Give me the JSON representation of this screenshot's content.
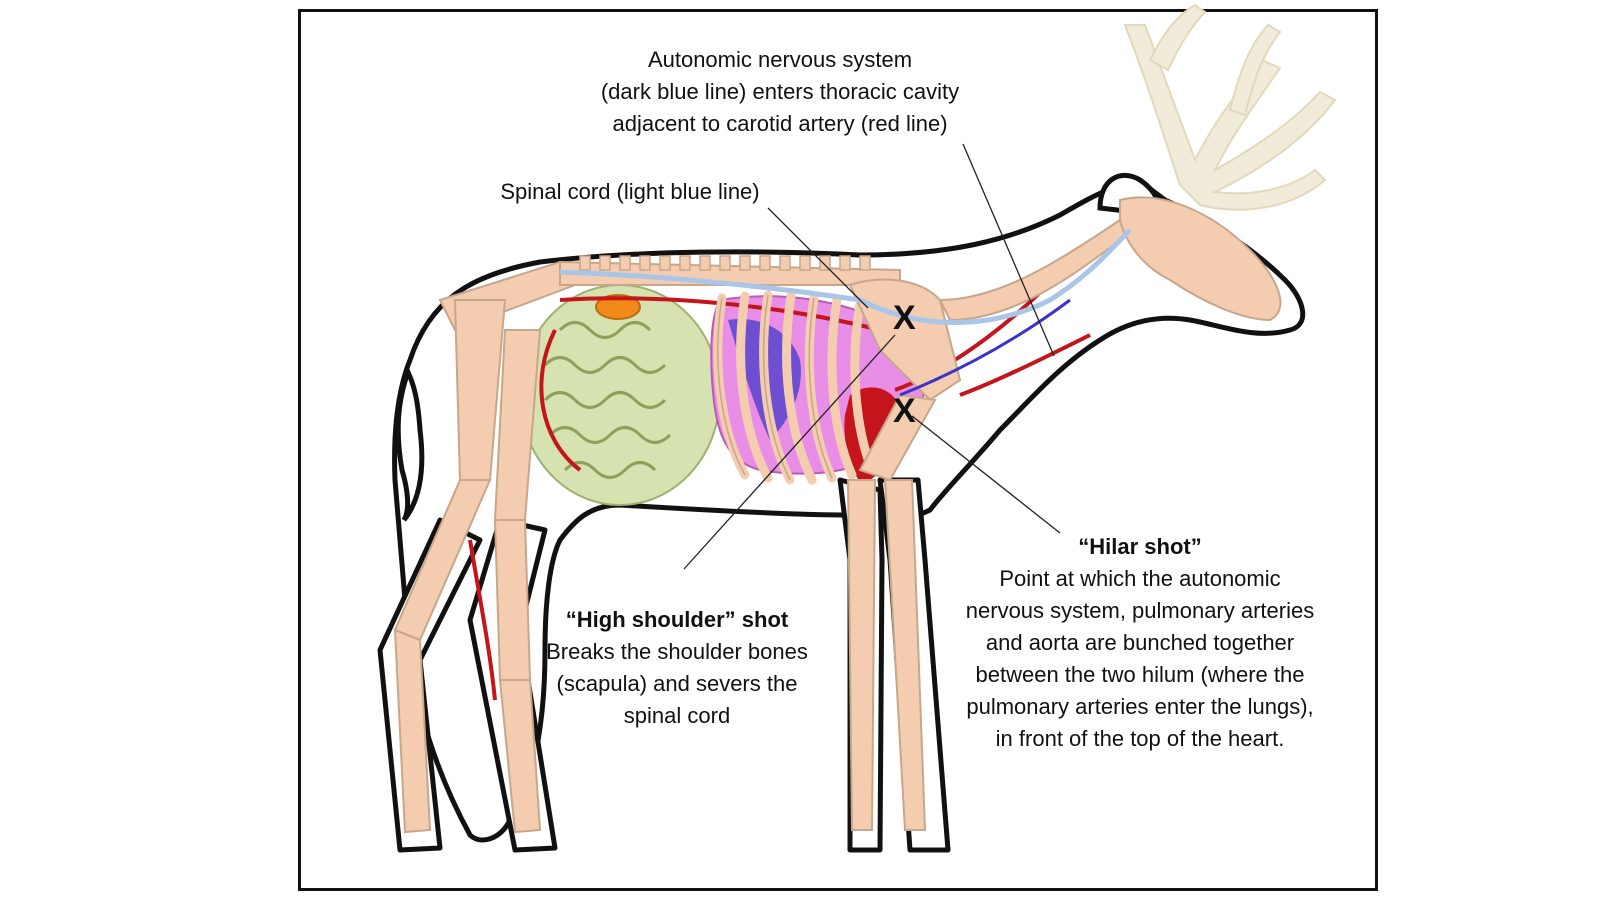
{
  "annotations": {
    "autonomic": {
      "lines": [
        "Autonomic nervous system",
        "(dark blue line) enters thoracic cavity",
        "adjacent to carotid artery (red line)"
      ]
    },
    "spinal": {
      "text": "Spinal cord (light blue line)"
    },
    "high_shoulder": {
      "title": "“High shoulder”  shot",
      "lines": [
        "Breaks the shoulder bones",
        "(scapula) and severs the",
        "spinal cord"
      ]
    },
    "hilar": {
      "title": "“Hilar shot”",
      "lines": [
        "Point at which the autonomic",
        "nervous system, pulmonary arteries",
        "and aorta are bunched together",
        "between the two hilum (where the",
        "pulmonary arteries enter the lungs),",
        "in front of the top of the heart."
      ]
    }
  },
  "markers": {
    "x1": "X",
    "x2": "X"
  },
  "colors": {
    "bone": "#f4cdb0",
    "intestine": "#d6e2b0",
    "lung": "#e88ee6",
    "artery": "#c4141c",
    "spinal": "#a9c6e8",
    "autonomic": "#3a35c8",
    "liver": "#f28a1a",
    "antler": "#f1ebd9"
  }
}
